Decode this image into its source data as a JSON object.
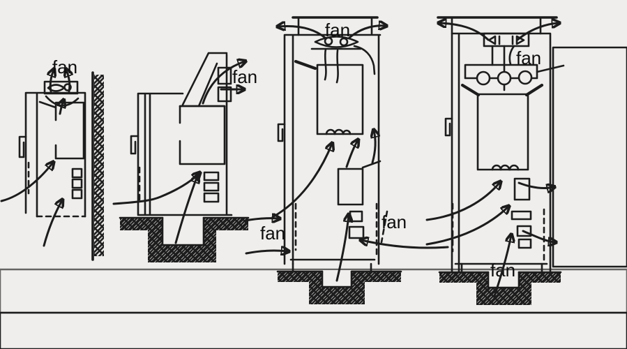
{
  "page": {
    "background_color": "#efeeec",
    "ink_color": "#1c1c1c",
    "right_panel_color": "#e4e3e1",
    "bottom_band_color": "#e6e5e3"
  },
  "figure": {
    "diagrams": [
      {
        "name": "wall-mounted-cabinet-top-fan",
        "fan_label": "fan"
      },
      {
        "name": "cabinet-slanted-duct-fan-floor-pit",
        "fan_label": "fan"
      },
      {
        "name": "floor-cabinet-roof-fan-side-fans",
        "fan_label_top": "fan",
        "fan_label_left": "fan",
        "fan_label_right": "fan"
      },
      {
        "name": "floor-cabinet-internal-fans",
        "fan_label_top": "fan",
        "fan_label_bottom": "fan"
      }
    ]
  }
}
